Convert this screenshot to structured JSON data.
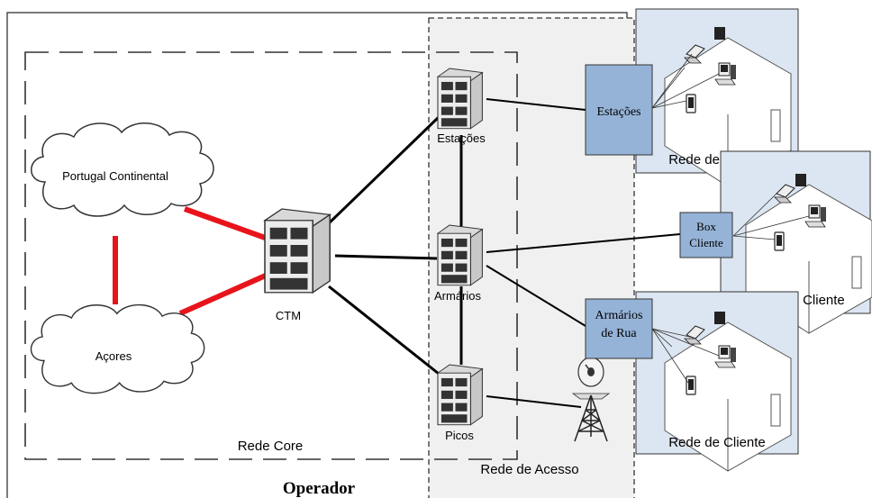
{
  "clouds": {
    "continental": "Portugal Continental",
    "acores": "Açores"
  },
  "nodes": {
    "ctm": "CTM",
    "estacoes": "Estações",
    "armarios": "Armários",
    "picos": "Picos"
  },
  "access_boxes": {
    "estacoes": "Estações",
    "box_line1": "Box",
    "box_line2": "Cliente",
    "armarios_line1": "Armários",
    "armarios_line2": "de Rua"
  },
  "regions": {
    "core": "Rede Core",
    "acesso": "Rede de Acesso",
    "operador": "Operador",
    "cliente_1": "Rede de Cliente",
    "cliente_2": "Rede de Cliente",
    "cliente_3": "Rede de Cliente"
  },
  "colors": {
    "core_link": "#e8141b",
    "link": "#000000",
    "client_panel": "#dce6f2",
    "access_box": "#95b3d7",
    "access_area": "#f0f0f0"
  }
}
